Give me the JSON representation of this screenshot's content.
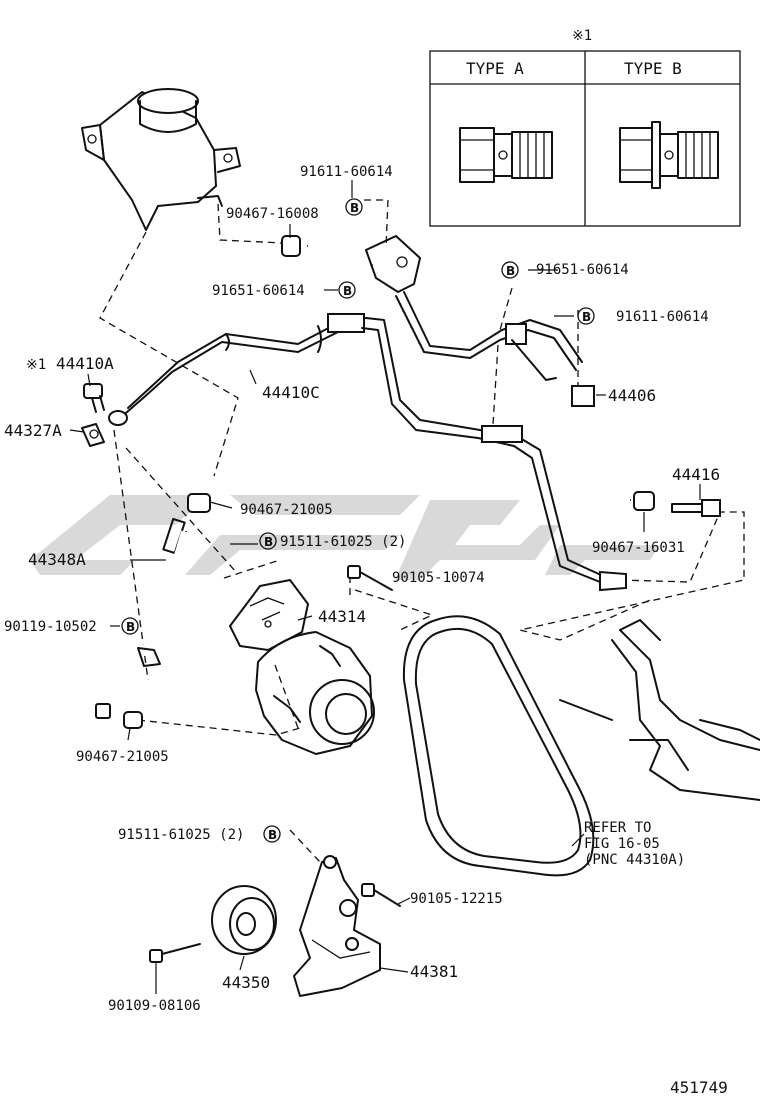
{
  "watermark": {
    "text": "UFLG"
  },
  "inset": {
    "note_mark": "※1",
    "type_a": "TYPE A",
    "type_b": "TYPE B"
  },
  "note_mark": "※1",
  "circle_b": "B",
  "labels": {
    "p_91611_60614_top": "91611-60614",
    "p_90467_16008": "90467-16008",
    "p_91651_60614_right": "91651-60614",
    "p_91651_60614_left": "91651-60614",
    "p_91611_60614_right": "91611-60614",
    "p_44410A": "44410A",
    "p_44410C": "44410C",
    "p_44406": "44406",
    "p_44327A": "44327A",
    "p_44416": "44416",
    "p_90467_21005_a": "90467-21005",
    "p_90467_16031": "90467-16031",
    "p_91511_61025_a": "91511-61025 (2)",
    "p_44348A": "44348A",
    "p_90105_10074": "90105-10074",
    "p_44314": "44314",
    "p_90119_10502": "90119-10502",
    "p_90467_21005_b": "90467-21005",
    "p_refer_1": "REFER TO",
    "p_refer_2": "FIG 16-05",
    "p_refer_3": "(PNC 44310A)",
    "p_91511_61025_b": "91511-61025 (2)",
    "p_90105_12215": "90105-12215",
    "p_44350": "44350",
    "p_44381": "44381",
    "p_90109_08106": "90109-08106",
    "figure_number": "451749"
  }
}
